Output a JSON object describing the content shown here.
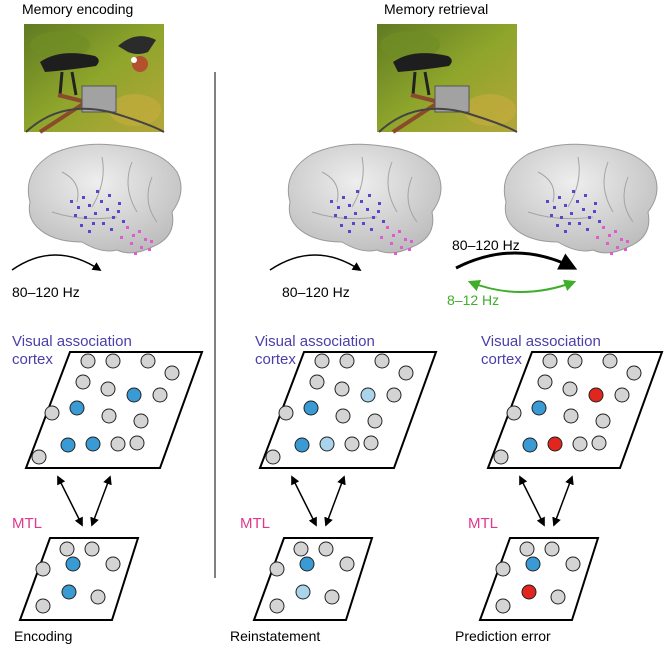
{
  "headings": {
    "encoding": "Memory encoding",
    "retrieval": "Memory retrieval"
  },
  "labels": {
    "gamma_a": "80–120 Hz",
    "gamma_b": "80–120 Hz",
    "gamma_c": "80–120 Hz",
    "alpha": "8–12 Hz",
    "vac_line1": "Visual association",
    "vac_line2": "cortex",
    "mtl": "MTL"
  },
  "conditions": {
    "encoding": "Encoding",
    "reinstatement": "Reinstatement",
    "prediction": "Prediction error"
  },
  "colors": {
    "vac_text": "#4a3ea8",
    "mtl_text": "#e0388e",
    "alpha_arrow": "#3fae2a",
    "node_grey": "#d4d4d4",
    "node_blue": "#3a9ad3",
    "node_lightblue": "#a9d4ec",
    "node_red": "#e0261d",
    "brain_vac_dots": "#5847c8",
    "brain_mtl_dots": "#e05ad0"
  },
  "images": {
    "photo_encoding": "bicycle-seat-with-bird-photo",
    "photo_retrieval": "bicycle-seat-photo"
  }
}
